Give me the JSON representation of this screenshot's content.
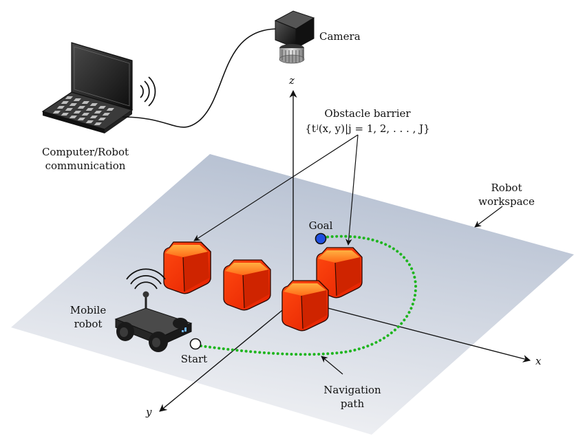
{
  "labels": {
    "camera": "Camera",
    "computer_line1": "Computer/Robot",
    "computer_line2": "communication",
    "obstacle_line1": "Obstacle barrier",
    "obstacle_line2": "{tʲ(x, y)|j = 1, 2, . . . , J}",
    "workspace_line1": "Robot",
    "workspace_line2": "workspace",
    "goal": "Goal",
    "start": "Start",
    "robot_line1": "Mobile",
    "robot_line2": "robot",
    "nav_line1": "Navigation",
    "nav_line2": "path",
    "axis_x": "x",
    "axis_y": "y",
    "axis_z": "z"
  },
  "colors": {
    "obstacle_front": "#f03a0c",
    "obstacle_top": "#ff7a1e",
    "obstacle_side": "#c71f00",
    "path": "#1fb51f",
    "goal": "#1f4fe0",
    "workspace_far": "#b8c2d3",
    "workspace_near": "#eef0f4"
  },
  "icons": [
    "camera-icon",
    "laptop-icon",
    "wifi-signal-icon",
    "mobile-robot-icon"
  ]
}
